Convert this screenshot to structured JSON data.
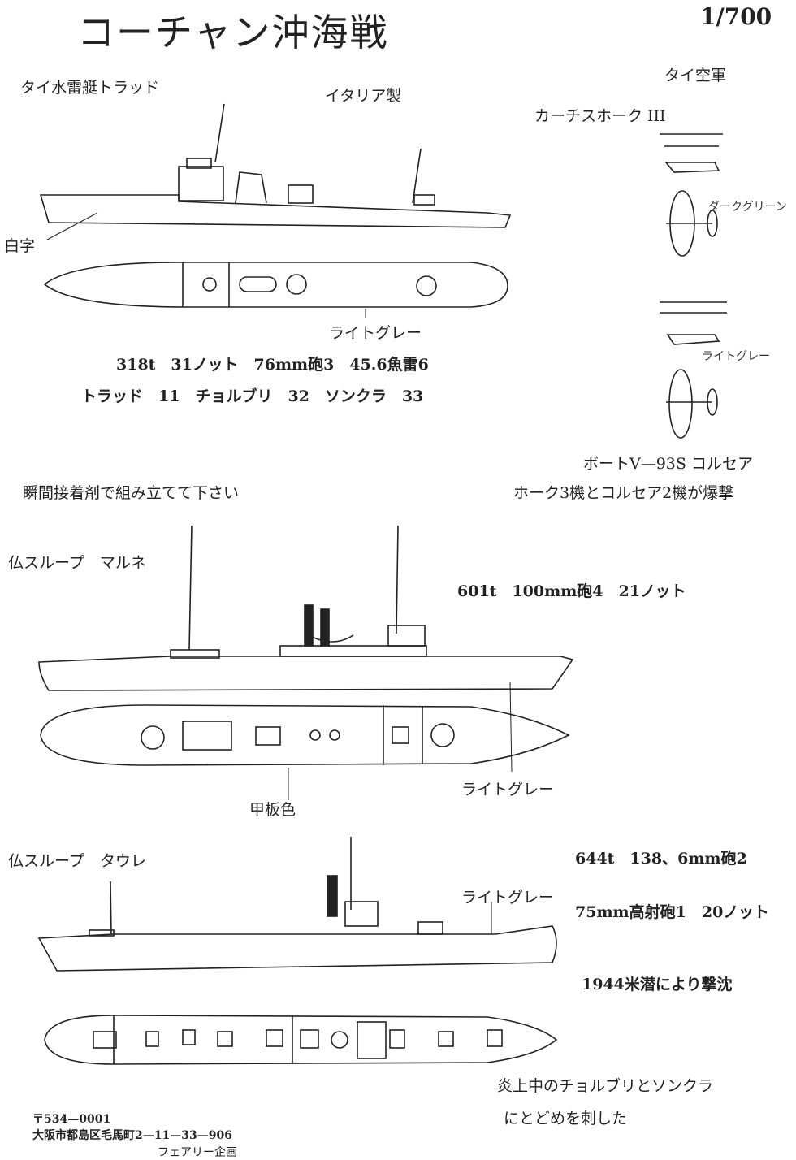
{
  "title": "コーチャン沖海戦",
  "scale": "1/700",
  "thai_torpedo_boat": {
    "name": "タイ水雷艇トラッド",
    "origin": "イタリア製",
    "white_label": "白字",
    "color_note": "ライトグレー",
    "specs": "318t　31ノット　76mm砲3　45.6魚雷6",
    "hull_numbers": "トラッド　11　チョルブリ　32　ソンクラ　33"
  },
  "thai_air_force": {
    "heading": "タイ空軍",
    "plane1": "カーチスホーク III",
    "plane1_color": "ダークグリーン",
    "plane2_color": "ライトグレー",
    "plane2": "ボートV—93S コルセア",
    "note": "ホーク3機とコルセア2機が爆撃"
  },
  "assembly_note": "瞬間接着剤で組み立てて下さい",
  "marne": {
    "name": "仏スループ　マルネ",
    "specs": "601t　100mm砲4　21ノット",
    "deck_color": "甲板色",
    "color_note": "ライトグレー"
  },
  "tahure": {
    "name": "仏スループ　タウレ",
    "specs1": "644t　138、6mm砲2",
    "specs2": "75mm高射砲1　20ノット",
    "fate": "1944米潜により撃沈",
    "color_note": "ライトグレー",
    "note1": "炎上中のチョルブリとソンクラ",
    "note2": "にとどめを刺した"
  },
  "footer": {
    "postal": "〒534—0001",
    "address": "大阪市都島区毛馬町2—11—33—906",
    "company": "フェアリー企画"
  }
}
